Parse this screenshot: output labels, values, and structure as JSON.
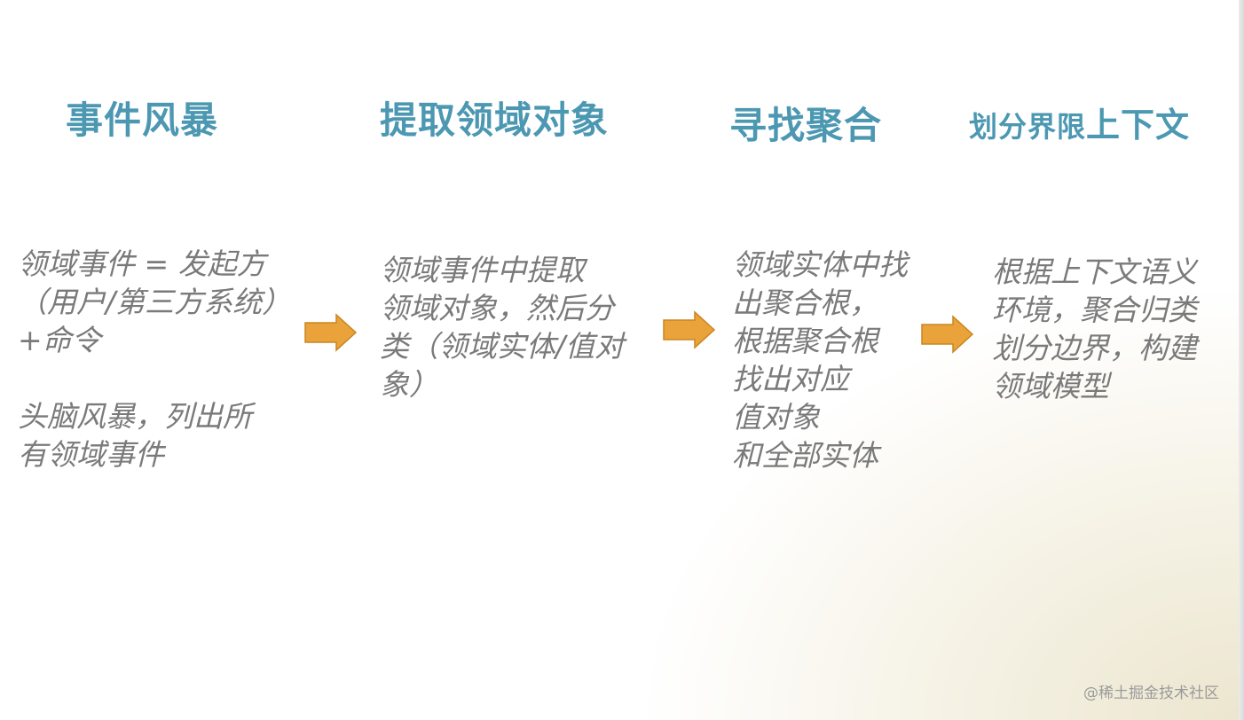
{
  "steps": [
    {
      "title": "事件风暴",
      "lines": [
        "领域事件 = 发起方",
        "（用户/第三方系统）",
        "+命令",
        "",
        "头脑风暴，列出所",
        "有领域事件"
      ]
    },
    {
      "title": "提取领域对象",
      "lines": [
        "领域事件中提取",
        "领域对象，然后分",
        "类（领域实体/值对",
        "象）"
      ]
    },
    {
      "title": "寻找聚合",
      "lines": [
        "领域实体中找",
        "出聚合根，",
        "根据聚合根",
        "找出对应",
        "值对象",
        "和全部实体"
      ]
    },
    {
      "title_part1": "划分界限",
      "title_part2": "上下文",
      "lines": [
        "根据上下文语义",
        "环境，聚合归类",
        "划分边界，构建",
        "领域模型"
      ]
    }
  ],
  "arrow_color": "#eaa33a",
  "arrow_stroke": "#c98620",
  "title_color": "#4c98b2",
  "watermark": "@稀土掘金技术社区"
}
